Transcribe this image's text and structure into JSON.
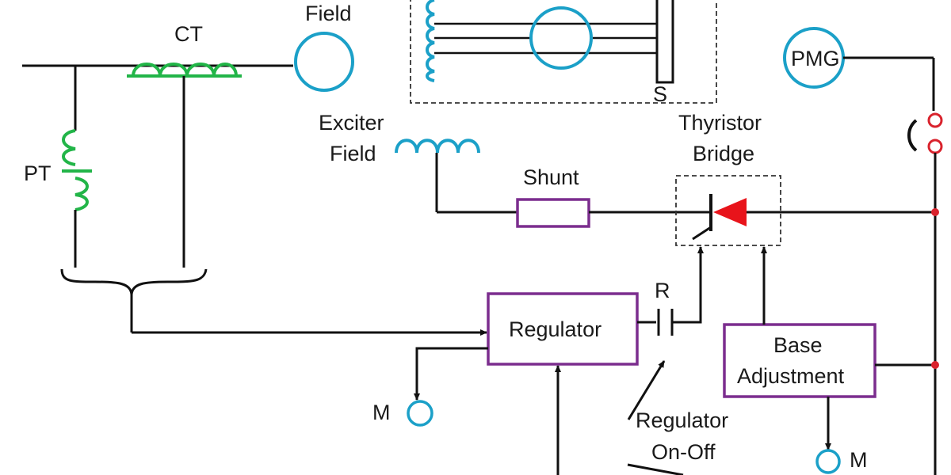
{
  "labels": {
    "field": "Field",
    "ct": "CT",
    "pt": "PT",
    "pmg": "PMG",
    "s": "S",
    "exciter_line1": "Exciter",
    "exciter_line2": "Field",
    "thyristor_line1": "Thyristor",
    "thyristor_line2": "Bridge",
    "shunt": "Shunt",
    "r": "R",
    "regulator": "Regulator",
    "base_line1": "Base",
    "base_line2": "Adjustment",
    "m_left": "M",
    "m_right": "M",
    "reg_onoff_line1": "Regulator",
    "reg_onoff_line2": "On-Off"
  },
  "colors": {
    "wire": "#111111",
    "machine": "#1ba0c8",
    "transformer": "#22b548",
    "block_outline": "#7b2d8e",
    "diode": "#e8141b",
    "junction": "#d9232d"
  }
}
